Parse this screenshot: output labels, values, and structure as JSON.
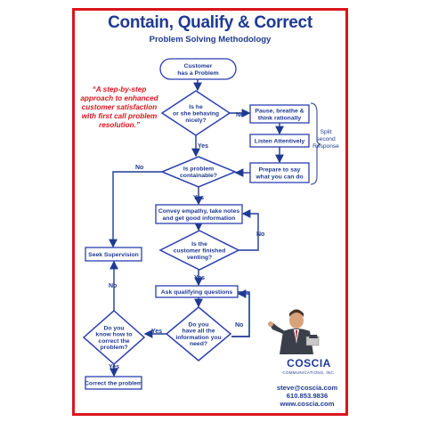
{
  "header": {
    "title": "Contain, Qualify & Correct",
    "subtitle": "Problem Solving Methodology"
  },
  "quote": "“A step-by-step approach to enhanced customer satisfaction with first call problem resolution.”",
  "nodes": {
    "start": [
      "Customer",
      "has a Problem"
    ],
    "behaving": [
      "Is he",
      "or she behaving",
      "nicely?"
    ],
    "pause": [
      "Pause, breathe &",
      "think rationally"
    ],
    "listen": [
      "Listen Attentively"
    ],
    "prepare": [
      "Prepare to say",
      "what you can do"
    ],
    "containable": [
      "Is problem",
      "containable?"
    ],
    "empathy": [
      "Convey empathy, take notes",
      "and get good information"
    ],
    "venting": [
      "Is the",
      "customer finished",
      "venting?"
    ],
    "supervision": [
      "Seek Supervision"
    ],
    "qualifying": [
      "Ask qualifying questions"
    ],
    "all_info": [
      "Do you",
      "have all the",
      "information you",
      "need?"
    ],
    "know_how": [
      "Do you",
      "know how to",
      "correct the",
      "problem?"
    ],
    "correct": [
      "Correct the problem"
    ]
  },
  "labels": {
    "yes": "Yes",
    "no": "No",
    "split": [
      "Split",
      "second",
      "Response"
    ]
  },
  "brand": {
    "logo": "COSCIA",
    "logo_sub": "COMMUNICATIONS, INC.",
    "email": "steve@coscia.com",
    "phone": "610.853.9836",
    "web": "www.coscia.com"
  },
  "colors": {
    "frame": "#d9161c",
    "navy": "#1f3a93",
    "shape_stroke": "#2b3fb0",
    "arrow": "#1f3a93"
  }
}
